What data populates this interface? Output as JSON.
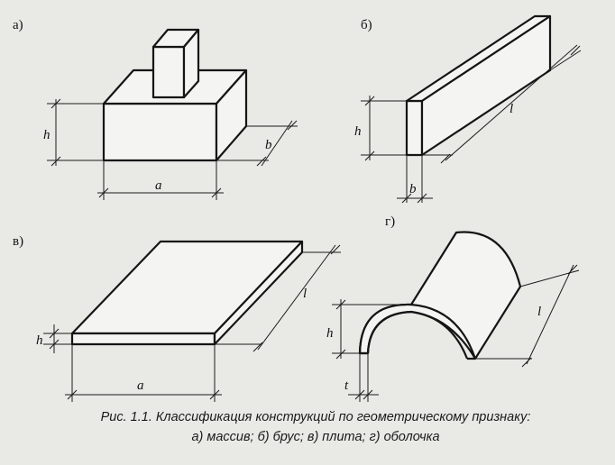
{
  "panels": {
    "a": {
      "tag": "а)",
      "dims": {
        "h": "h",
        "b": "b",
        "a": "a"
      }
    },
    "b": {
      "tag": "б)",
      "dims": {
        "h": "h",
        "l": "l",
        "b": "b"
      }
    },
    "c": {
      "tag": "в)",
      "dims": {
        "h": "h",
        "l": "l",
        "a": "a"
      }
    },
    "d": {
      "tag": "г)",
      "dims": {
        "h": "h",
        "l": "l",
        "t": "t"
      }
    }
  },
  "caption": {
    "line1": "Рис. 1.1. Классификация конструкций по геометрическому признаку:",
    "line2": "а) массив; б) брус; в) плита; г) оболочка"
  }
}
